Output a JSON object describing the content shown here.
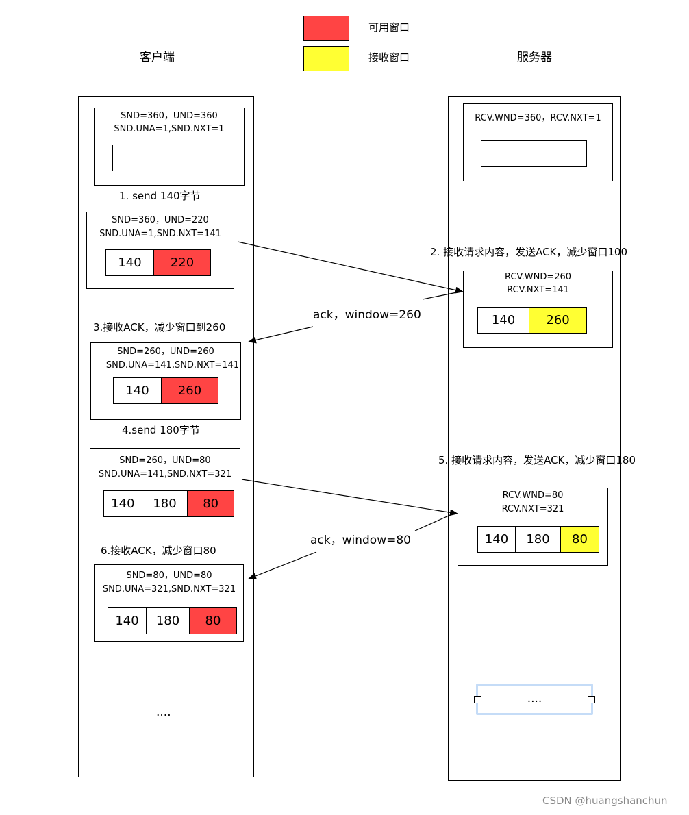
{
  "legend": {
    "available": {
      "label": "可用窗口",
      "color": "#ff4444"
    },
    "receive": {
      "label": "接收窗口",
      "color": "#ffff33"
    }
  },
  "client": {
    "title": "客户端",
    "states": [
      {
        "line1": "SND=360，UND=360",
        "line2": "SND.UNA=1,SND.NXT=1",
        "cells": []
      },
      {
        "line1": "SND=360，UND=220",
        "line2": "SND.UNA=1,SND.NXT=141",
        "cells": [
          "140",
          "220"
        ]
      },
      {
        "line1": "SND=260，UND=260",
        "line2": "SND.UNA=141,SND.NXT=141",
        "cells": [
          "140",
          "260"
        ]
      },
      {
        "line1": "SND=260，UND=80",
        "line2": "SND.UNA=141,SND.NXT=321",
        "cells": [
          "140",
          "180",
          "80"
        ]
      },
      {
        "line1": "SND=80，UND=80",
        "line2": "SND.UNA=321,SND.NXT=321",
        "cells": [
          "140",
          "180",
          "80"
        ]
      }
    ],
    "steps": {
      "s1": "1. send  140字节",
      "s3": "3.接收ACK，减少窗口到260",
      "s4": "4.send  180字节",
      "s6": "6.接收ACK，减少窗口80"
    },
    "ellipsis": "...."
  },
  "server": {
    "title": "服务器",
    "states": [
      {
        "line1": "RCV.WND=360，RCV.NXT=1",
        "cells": []
      },
      {
        "line1": "RCV.WND=260",
        "line2": "RCV.NXT=141",
        "cells": [
          "140",
          "260"
        ]
      },
      {
        "line1": "RCV.WND=80",
        "line2": "RCV.NXT=321",
        "cells": [
          "140",
          "180",
          "80"
        ]
      }
    ],
    "steps": {
      "s2": "2. 接收请求内容，发送ACK，减少窗口100",
      "s5": "5. 接收请求内容，发送ACK，减少窗口180"
    },
    "ellipsis": "...."
  },
  "messages": {
    "ack1": "ack，window=260",
    "ack2": "ack，window=80"
  },
  "watermark": "CSDN @huangshanchun"
}
